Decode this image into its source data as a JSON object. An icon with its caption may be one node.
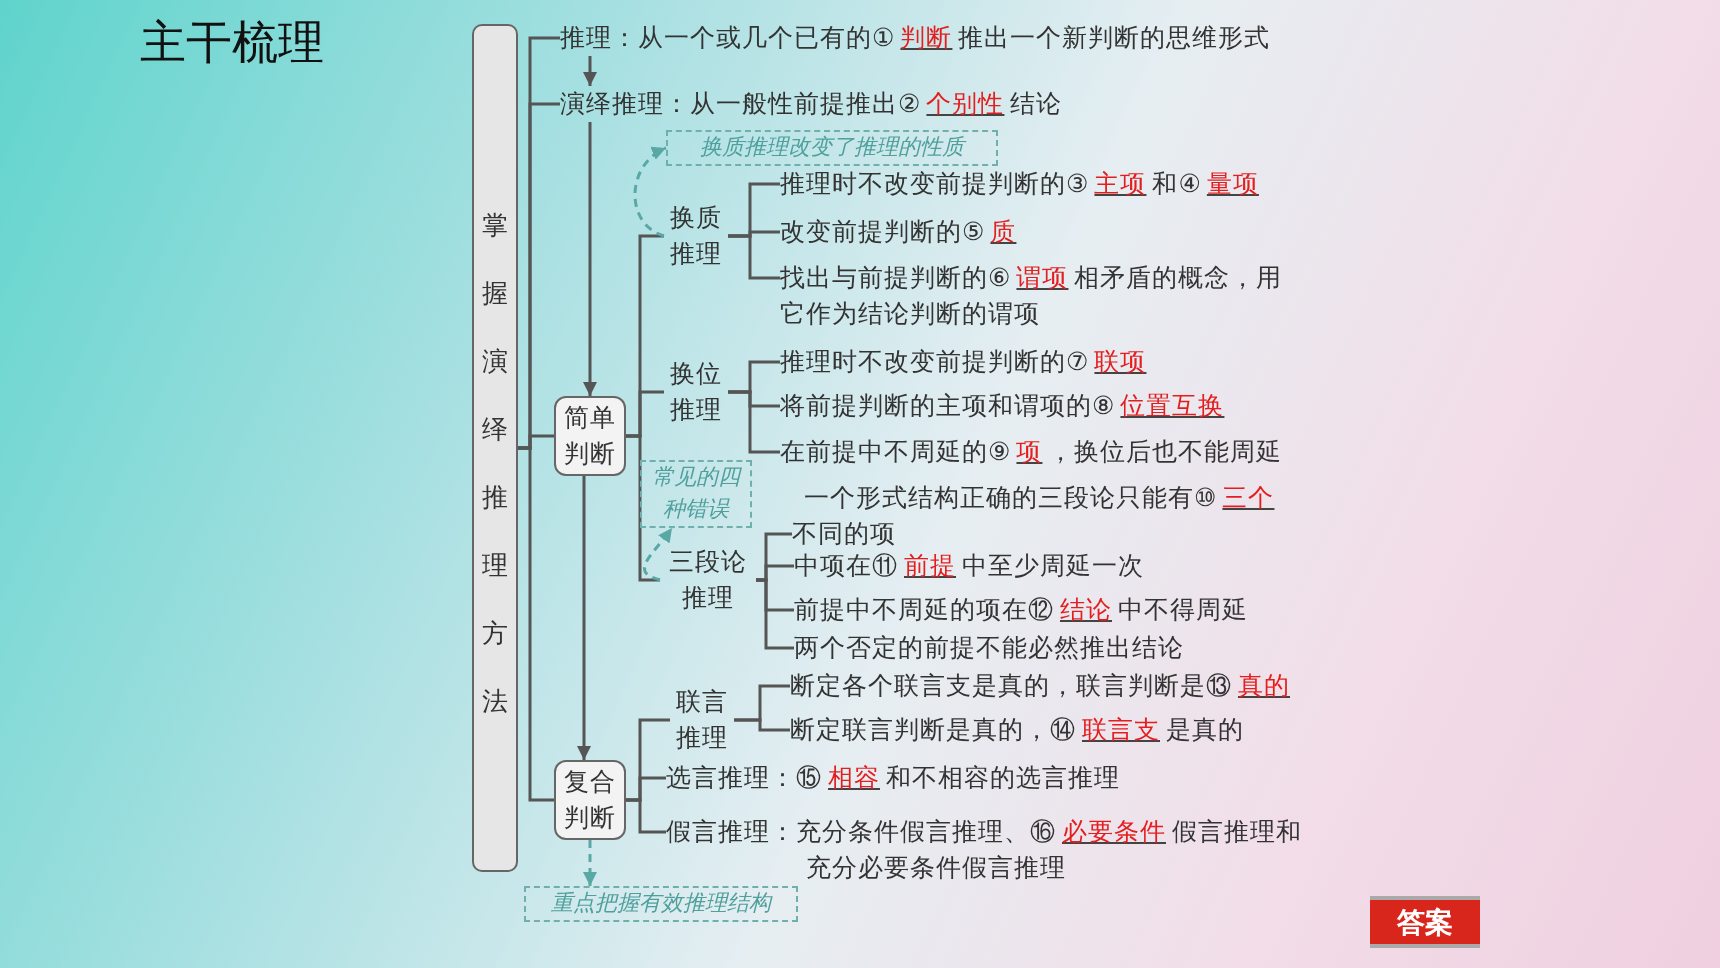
{
  "diagram": {
    "title": "主干梳理",
    "nodes": [
      {
        "text": [
          "掌握演绎推理方法"
        ]
      },
      {
        "text": [
          "推理：从一个或几个已有的①**判断**推出一个新判断的思维形式"
        ]
      },
      {
        "text": [
          "演绎推理：从一般性前提推出②**个别性**结论"
        ]
      },
      {
        "text": [
          "换质推理改变了推理的性质"
        ]
      },
      {
        "text": [
          "简单判断"
        ]
      },
      {
        "text": [
          "换质推理"
        ]
      },
      {
        "text": [
          "推理时不改变前提判断的③**主项**和④**量项**"
        ]
      },
      {
        "text": [
          "改变前提判断的⑤**质**"
        ]
      },
      {
        "text": [
          "找出与前提判断的⑥**谓项**相矛盾的概念，用它作为结论判断的谓项"
        ]
      },
      {
        "text": [
          "换位推理"
        ]
      },
      {
        "text": [
          "推理时不改变前提判断的⑦**联项**"
        ]
      },
      {
        "text": [
          "将前提判断的主项和谓项的⑧**位置互换**"
        ]
      },
      {
        "text": [
          "在前提中不周延的⑨**项**，换位后也不能周延"
        ]
      },
      {
        "text": [
          "常见的四种错误"
        ]
      },
      {
        "text": [
          "三段论推理"
        ]
      },
      {
        "text": [
          "一个形式结构正确的三段论只能有⑩**三个**不同的项"
        ]
      },
      {
        "text": [
          "中项在⑪**前提**中至少周延一次"
        ]
      },
      {
        "text": [
          "前提中不周延的项在⑫**结论**中不得周延"
        ]
      },
      {
        "text": [
          "两个否定的前提不能必然推出结论"
        ]
      },
      {
        "text": [
          "复合判断"
        ]
      },
      {
        "text": [
          "联言推理"
        ]
      },
      {
        "text": [
          "断定各个联言支是真的，联言判断是⑬**真的**"
        ]
      },
      {
        "text": [
          "断定联言判断是真的，⑭**联言支**是真的"
        ]
      },
      {
        "text": [
          "选言推理：⑮**相容**和不相容的选言推理"
        ]
      },
      {
        "text": [
          "假言推理：充分条件假言推理、⑯**必要条件**假言推理和充分必要条件假言推理"
        ]
      },
      {
        "text": [
          "重点把握有效推理结构"
        ]
      }
    ],
    "edges": [
      {
        "from": 0,
        "to": 1,
        "arrow": "none"
      },
      {
        "from": 0,
        "to": 2,
        "arrow": "none"
      },
      {
        "from": 0,
        "to": 4,
        "arrow": "none"
      },
      {
        "from": 0,
        "to": 19,
        "arrow": "none"
      },
      {
        "from": 1,
        "to": 2,
        "arrow": "to"
      },
      {
        "from": 2,
        "to": 4,
        "arrow": "to"
      },
      {
        "from": 4,
        "to": 19,
        "arrow": "to"
      },
      {
        "from": 4,
        "to": 5,
        "arrow": "none"
      },
      {
        "from": 4,
        "to": 9,
        "arrow": "none"
      },
      {
        "from": 4,
        "to": 14,
        "arrow": "none"
      },
      {
        "from": 5,
        "to": 6,
        "arrow": "none"
      },
      {
        "from": 5,
        "to": 7,
        "arrow": "none"
      },
      {
        "from": 5,
        "to": 8,
        "arrow": "none"
      },
      {
        "from": 9,
        "to": 10,
        "arrow": "none"
      },
      {
        "from": 9,
        "to": 11,
        "arrow": "none"
      },
      {
        "from": 9,
        "to": 12,
        "arrow": "none"
      },
      {
        "from": 14,
        "to": 15,
        "arrow": "none"
      },
      {
        "from": 14,
        "to": 16,
        "arrow": "none"
      },
      {
        "from": 14,
        "to": 17,
        "arrow": "none"
      },
      {
        "from": 14,
        "to": 18,
        "arrow": "none"
      },
      {
        "from": 19,
        "to": 20,
        "arrow": "none"
      },
      {
        "from": 19,
        "to": 23,
        "arrow": "none"
      },
      {
        "from": 19,
        "to": 24,
        "arrow": "none"
      },
      {
        "from": 20,
        "to": 21,
        "arrow": "none"
      },
      {
        "from": 20,
        "to": 22,
        "arrow": "none"
      },
      {
        "from": 5,
        "to": 3,
        "arrow": "to",
        "style": "dashed",
        "color": "#5aa8a5"
      },
      {
        "from": 14,
        "to": 13,
        "arrow": "to",
        "style": "dashed",
        "color": "#5aa8a5"
      },
      {
        "from": 19,
        "to": 25,
        "arrow": "to",
        "style": "dashed",
        "color": "#5aa8a5"
      }
    ],
    "labels": [
      "答案"
    ]
  }
}
